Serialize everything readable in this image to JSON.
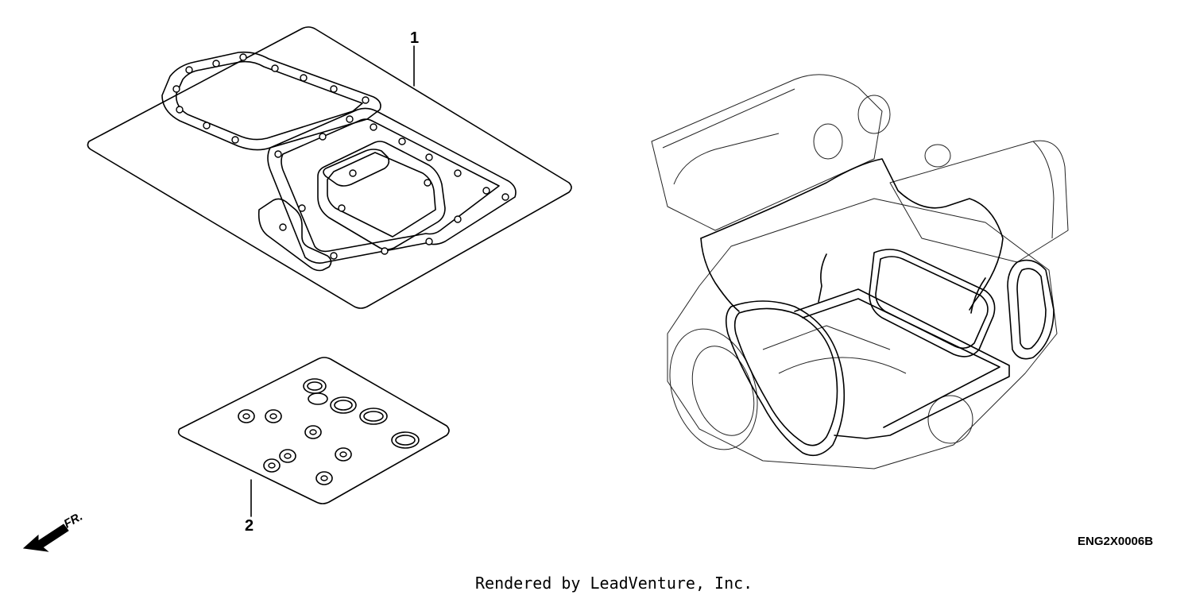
{
  "diagram": {
    "callouts": [
      {
        "id": "1",
        "label": "1"
      },
      {
        "id": "2",
        "label": "2"
      }
    ],
    "direction_label": "FR.",
    "drawing_code": "ENG2X0006B",
    "credit": "Rendered by LeadVenture, Inc."
  },
  "colors": {
    "line": "#000000",
    "background": "#ffffff"
  }
}
